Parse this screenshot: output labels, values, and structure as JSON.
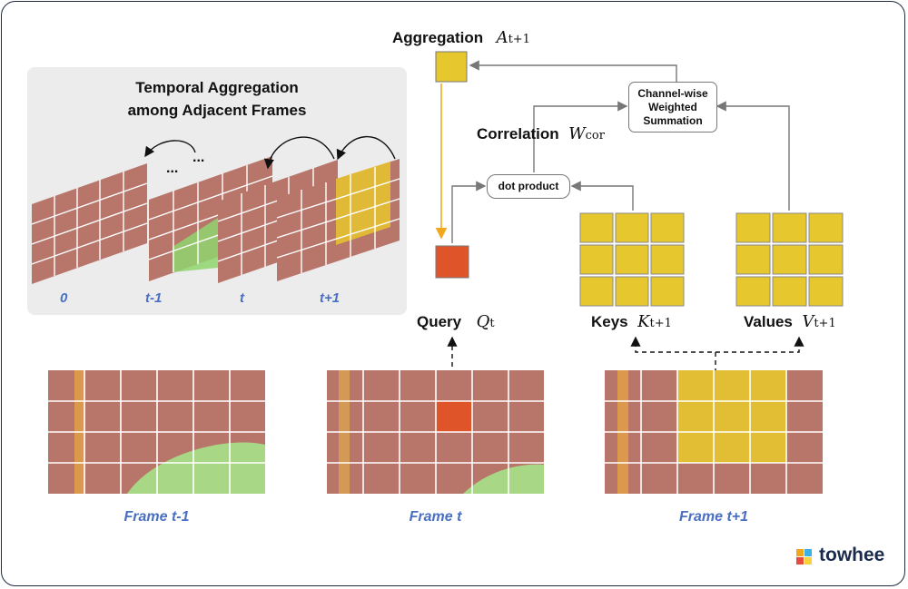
{
  "panel": {
    "title_line1": "Temporal Aggregation",
    "title_line2": "among Adjacent Frames",
    "ellipsis_1": "...",
    "ellipsis_2": "...",
    "labels": [
      "0",
      "t-1",
      "t",
      "t+1"
    ]
  },
  "aggregation": {
    "label": "Aggregation",
    "symbol": "A",
    "sub": "t+1"
  },
  "correlation": {
    "label": "Correlation",
    "symbol": "W",
    "sub": "cor"
  },
  "boxes": {
    "channel_line1": "Channel-wise",
    "channel_line2": "Weighted",
    "channel_line3": "Summation",
    "dot": "dot product"
  },
  "query": {
    "label": "Query",
    "symbol": "Q",
    "sub": "t"
  },
  "keys": {
    "label": "Keys",
    "symbol": "K",
    "sub": "t+1"
  },
  "values": {
    "label": "Values",
    "symbol": "V",
    "sub": "t+1"
  },
  "frames": [
    {
      "label": "Frame t-1"
    },
    {
      "label": "Frame t"
    },
    {
      "label": "Frame t+1"
    }
  ],
  "logo": {
    "text": "towhee"
  },
  "colors": {
    "track": "#b8756a",
    "highlight": "#e6c72e",
    "query": "#e0542a",
    "label_blue": "#4a6fc1",
    "arrow_orange": "#f2a81d"
  }
}
